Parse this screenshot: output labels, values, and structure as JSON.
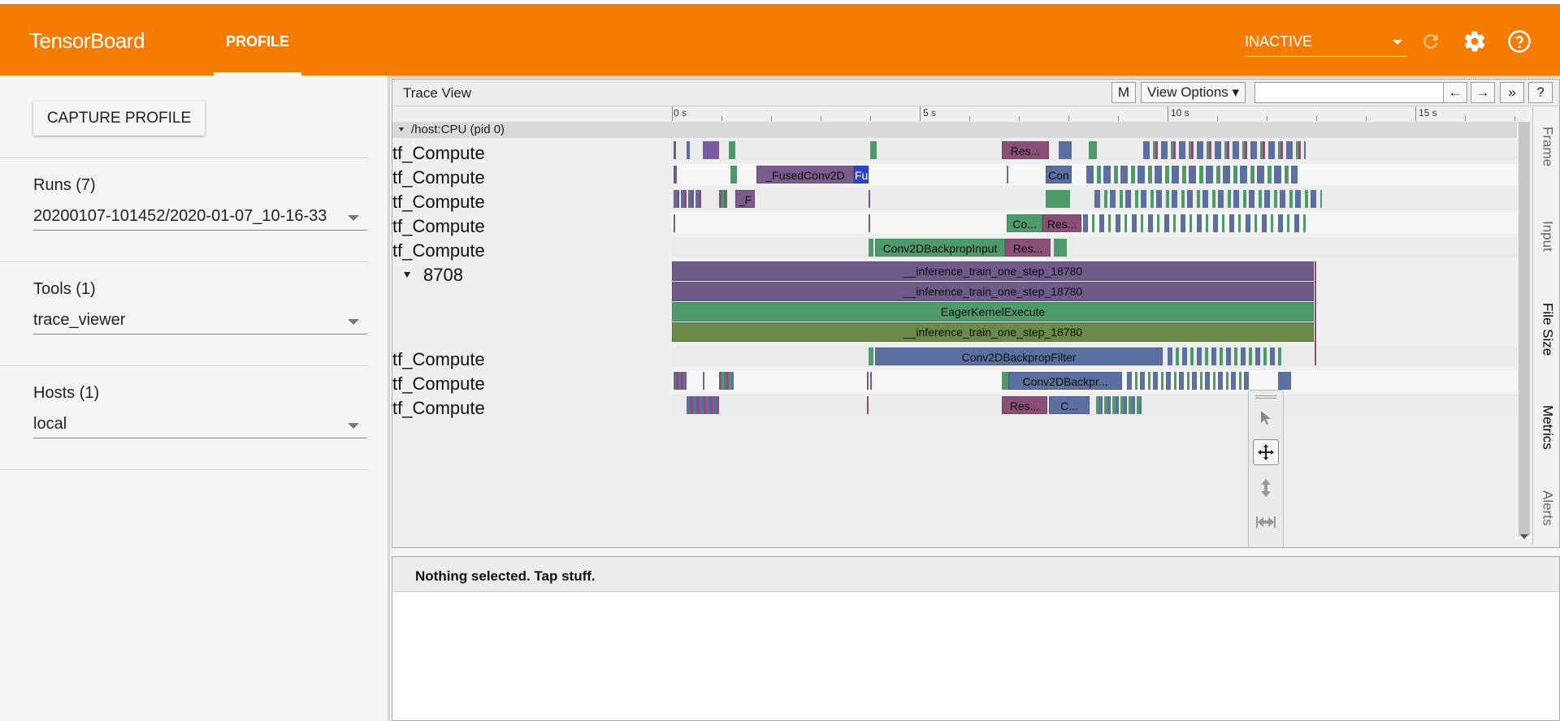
{
  "header": {
    "brand": "TensorBoard",
    "tab_label": "PROFILE",
    "status_label": "INACTIVE",
    "icons": [
      "refresh-icon",
      "settings-icon",
      "help-icon"
    ],
    "colors": {
      "bar": "#f57c00",
      "text": "#ffffff"
    }
  },
  "sidebar": {
    "capture_label": "CAPTURE PROFILE",
    "runs": {
      "label": "Runs (7)",
      "value": "20200107-101452/2020-01-07_10-16-33"
    },
    "tools": {
      "label": "Tools (1)",
      "value": "trace_viewer"
    },
    "hosts": {
      "label": "Hosts (1)",
      "value": "local"
    }
  },
  "trace": {
    "title": "Trace View",
    "m_button": "M",
    "view_options": "View Options ▾",
    "nav_left": "←",
    "nav_right": "→",
    "more": "»",
    "help": "?",
    "ruler_labels": [
      "0 s",
      "5 s",
      "10 s",
      "15 s"
    ],
    "process_label": "/host:CPU (pid 0)",
    "pid_label": "8708",
    "thread_label": "tf_Compute",
    "slices": {
      "s1": "Res...",
      "s2": "_FusedConv2D",
      "s3": "Fu",
      "s4": "Con",
      "s5": "_F",
      "s6": "Co...",
      "s7": "Res...",
      "s8": "Conv2DBackpropInput",
      "s9": "Res...",
      "s10": "__inference_train_one_step_18780",
      "s11": "__inference_train_one_step_18780",
      "s12": "EagerKernelExecute",
      "s13": "__inference_train_one_step_18780",
      "s14": "Conv2DBackpropFilter",
      "s15": "Conv2DBackpr...",
      "s16": "Res...",
      "s17": "C..."
    },
    "side_tabs": [
      "Frame",
      "Input",
      "File Size",
      "Metrics",
      "Alerts"
    ],
    "tool_icons": [
      "pointer-icon",
      "pan-icon",
      "zoom-icon",
      "timing-icon"
    ],
    "slice_colors": {
      "purple": "#6f5a8c",
      "green": "#4e9a6a",
      "blue": "#5b6fa0",
      "rose": "#8a4f76",
      "olive": "#6b8a4a"
    }
  },
  "details": {
    "empty_text": "Nothing selected. Tap stuff."
  }
}
